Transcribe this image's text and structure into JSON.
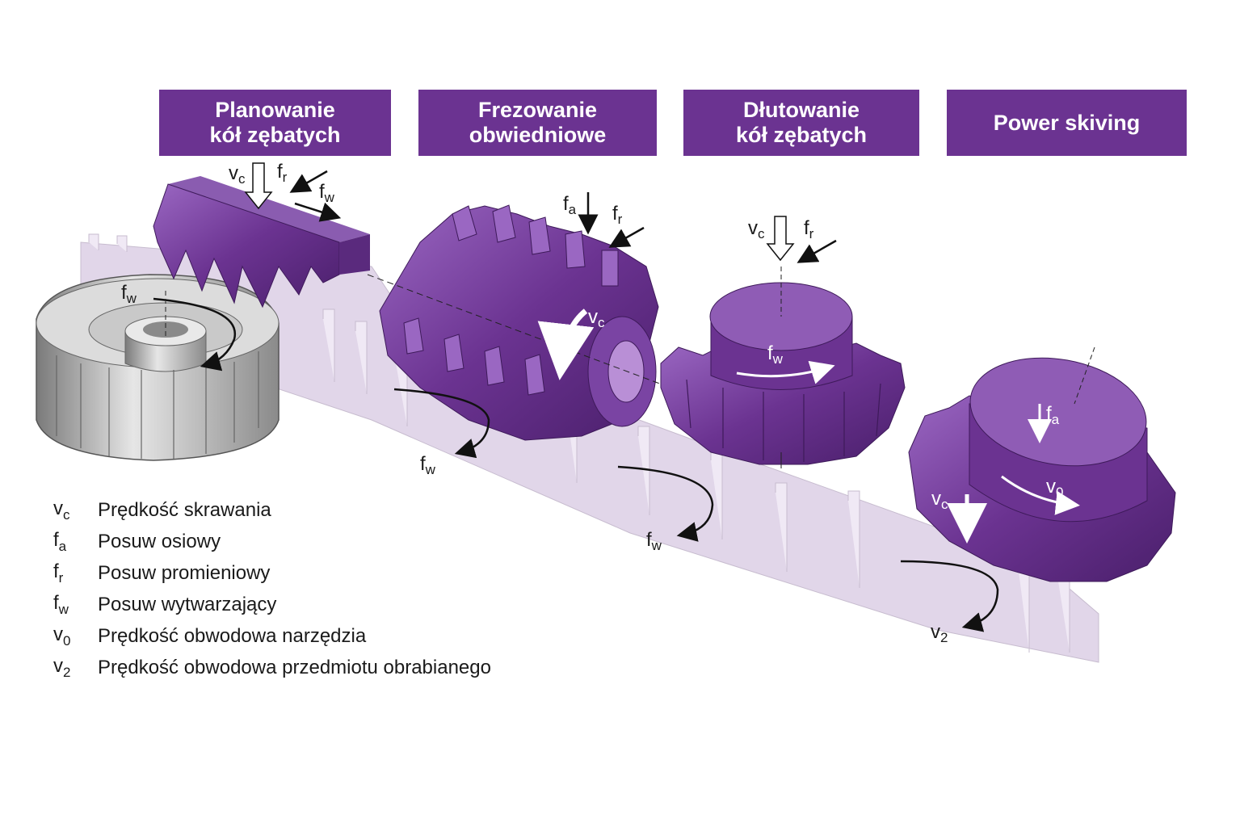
{
  "headers": [
    {
      "line1": "Planowanie",
      "line2": "kół zębatych"
    },
    {
      "line1": "Frezowanie",
      "line2": "obwiedniowe"
    },
    {
      "line1": "Dłutowanie",
      "line2": "kół zębatych"
    },
    {
      "line1": "Power skiving",
      "line2": ""
    }
  ],
  "labels": {
    "v": "v",
    "f": "f",
    "c": "c",
    "r": "r",
    "w": "w",
    "a": "a",
    "zero": "0",
    "two": "2"
  },
  "legend": [
    {
      "sym": "v",
      "sub": "c",
      "text": "Prędkość skrawania"
    },
    {
      "sym": "f",
      "sub": "a",
      "text": "Posuw osiowy"
    },
    {
      "sym": "f",
      "sub": "r",
      "text": "Posuw promieniowy"
    },
    {
      "sym": "f",
      "sub": "w",
      "text": "Posuw wytwarzający"
    },
    {
      "sym": "v",
      "sub": "0",
      "text": "Prędkość obwodowa narzędzia"
    },
    {
      "sym": "v",
      "sub": "2",
      "text": "Prędkość obwodowa przedmiotu obrabianego"
    }
  ],
  "colors": {
    "tool_purple": "#6b3391",
    "tool_purple_light": "#8f5cb5",
    "workpiece_gray": "#9a9a9a",
    "rack_translucent": "#c9b5d8"
  }
}
